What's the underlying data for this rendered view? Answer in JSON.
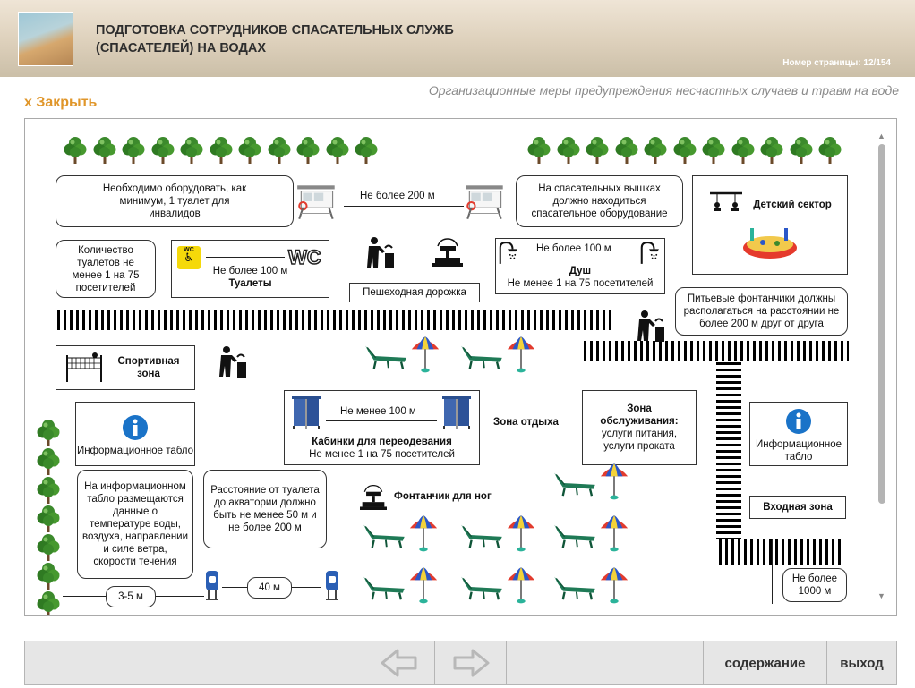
{
  "header": {
    "title": "ПОДГОТОВКА СОТРУДНИКОВ СПАСАТЕЛЬНЫХ СЛУЖБ (СПАСАТЕЛЕЙ) НА ВОДАХ",
    "page_label": "Номер страницы: 12/154"
  },
  "subtitle": "Организационные меры предупреждения несчастных случаев и травм на воде",
  "close_label": "x Закрыть",
  "map": {
    "toilet_disabled": "Необходимо оборудовать, как минимум, 1 туалет для инвалидов",
    "tower_distance": "Не более 200 м",
    "tower_equipment": "На спасательных вышках должно находиться спасательное оборудование",
    "kids_sector": "Детский сектор",
    "toilet_count": "Количество туалетов не менее 1 на 75 посетителей",
    "toilet_icon_text": "WC",
    "toilets_distance": "Не более 100 м",
    "toilets_title": "Туалеты",
    "footpath": "Пешеходная дорожка",
    "shower_distance": "Не более 100 м",
    "shower_title": "Душ",
    "shower_norm": "Не менее 1 на 75 посетителей",
    "fountains_note": "Питьевые фонтанчики должны располагаться на расстоянии не более 200 м друг от друга",
    "sports_zone": "Спортивная зона",
    "cabins_distance": "Не менее 100 м",
    "cabins_title": "Кабинки для переодевания",
    "cabins_norm": "Не менее 1 на 75 посетителей",
    "rest_zone": "Зона отдыха",
    "service_title": "Зона обслуживания:",
    "service_text": "услуги питания, услуги проката",
    "info_board_left": "Информационное табло",
    "info_board_right": "Информационное табло",
    "info_board_text": "На информационном табло размещаются данные о температуре воды, воздуха, направлении и силе ветра, скорости течения",
    "toilet_water_distance": "Расстояние от туалета до акватории должно быть не менее 50 м и не более 200 м",
    "foot_fountain": "Фонтанчик для ног",
    "entrance_zone": "Входная зона",
    "entrance_distance": "Не более 1000 м",
    "bin_distance": "40 м",
    "edge_distance": "3-5 м"
  },
  "footer": {
    "contents_label": "содержание",
    "exit_label": "выход"
  },
  "colors": {
    "accent": "#e0962a",
    "tree": "#3c8a2c",
    "lounger": "#1f7a56",
    "info": "#1a73c8"
  }
}
